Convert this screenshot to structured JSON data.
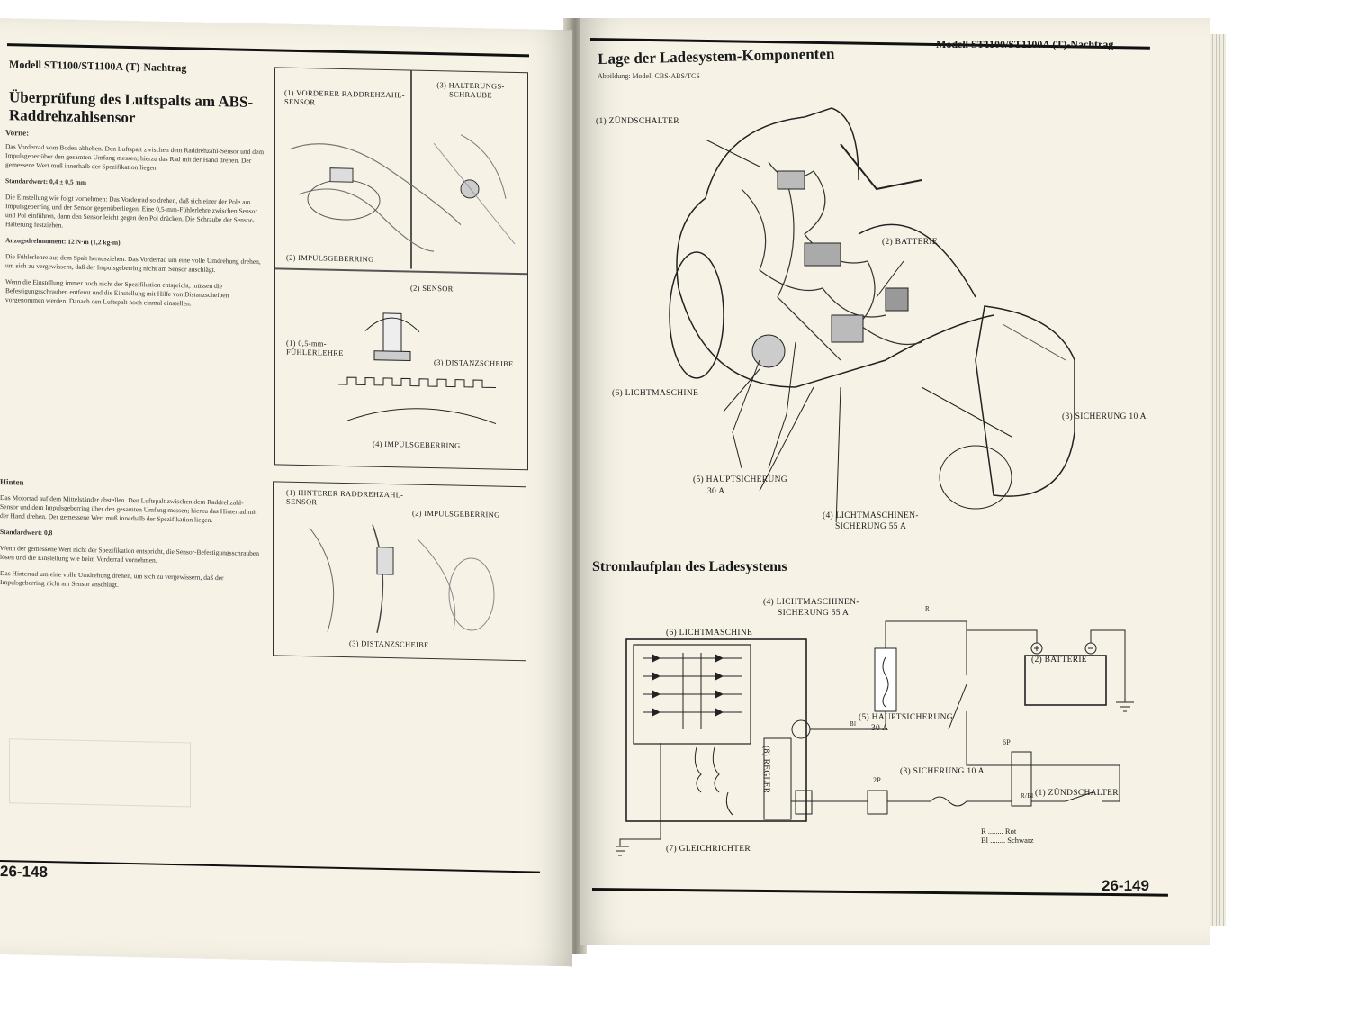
{
  "left_page": {
    "header": "Modell ST1100/ST1100A (T)-Nachtrag",
    "title": "Überprüfung des Luftspalts am ABS-Raddrehzahlsensor",
    "front_heading": "Vorne:",
    "front_para1": "Das Vorderrad vom Boden abheben. Den Luftspalt zwischen dem Raddrehzahl-Sensor und dem Impulsgeber über den gesamten Umfang messen; hierzu das Rad mit der Hand drehen. Der gemessene Wert muß innerhalb der Spezifikation liegen.",
    "front_standard": "Standardwert: 0,4 ± 0,5 mm",
    "front_para2": "Die Einstellung wie folgt vornehmen: Das Vorderrad so drehen, daß sich einer der Pole am Impulsgeberring und der Sensor gegenüberliegen. Eine 0,5-mm-Fühlerlehre zwischen Sensor und Pol einführen, dann den Sensor leicht gegen den Pol drücken. Die Schraube der Sensor-Halterung festziehen.",
    "front_torque": "Anzugsdrehmoment: 12 N·m (1,2 kg-m)",
    "front_para3": "Die Fühlerlehre aus dem Spalt herausziehen. Das Vorderrad um eine volle Umdrehung drehen, um sich zu vergewissern, daß der Impulsgeberring nicht am Sensor anschlägt.",
    "front_para4": "Wenn die Einstellung immer noch nicht der Spezifikation entspricht, müssen die Befestigungsschrauben entfernt und die Einstellung mit Hilfe von Distanzscheiben vorgenommen werden. Danach den Luftspalt noch einmal einstellen.",
    "rear_heading": "Hinten",
    "rear_para1": "Das Motorrad auf dem Mittelständer abstellen. Den Luftspalt zwischen dem Raddrehzahl-Sensor und dem Impulsgeberring über den gesamten Umfang messen; hierzu das Hinterrad mit der Hand drehen. Der gemessene Wert muß innerhalb der Spezifikation liegen.",
    "rear_standard": "Standardwert: 0,8",
    "rear_para2": "Wenn der gemessene Wert nicht der Spezifikation entspricht, die Sensor-Befestigungsschrauben lösen und die Einstellung wie beim Vorderrad vornehmen.",
    "rear_para3": "Das Hinterrad um eine volle Umdrehung drehen, um sich zu vergewissern, daß der Impulsgeberring nicht am Sensor anschlägt.",
    "fig1_labels": {
      "front_sensor": "(1) VORDERER RADDREHZAHL-SENSOR",
      "bracket_screw": "(3) HALTERUNGS-SCHRAUBE",
      "pulser_ring": "(2) IMPULSGEBERRING"
    },
    "fig2_labels": {
      "sensor": "(2) SENSOR",
      "feeler": "(1) 0,5-mm-FÜHLERLEHRE",
      "shim": "(3) DISTANZSCHEIBE",
      "ring": "(4) IMPULSGEBERRING"
    },
    "fig3_labels": {
      "rear_sensor": "(1) HINTERER RADDREHZAHL-SENSOR",
      "pulser_ring": "(2) IMPULSGEBERRING",
      "shim": "(3) DISTANZSCHEIBE"
    },
    "page_number": "26-148"
  },
  "right_page": {
    "header": "Modell ST1100/ST1100A (T)-Nachtrag",
    "title": "Lage der Ladesystem-Komponenten",
    "subtitle": "Abbildung: Modell CBS-ABS/TCS",
    "moto_labels": {
      "ignition": "(1) ZÜNDSCHALTER",
      "battery": "(2) BATTERIE",
      "alternator": "(6) LICHTMASCHINE",
      "fuse10": "(3) SICHERUNG 10 A",
      "main_fuse_1": "(5) HAUPTSICHERUNG",
      "main_fuse_2": "30 A",
      "alt_fuse_1": "(4) LICHTMASCHINEN-",
      "alt_fuse_2": "SICHERUNG 55 A"
    },
    "circuit_title": "Stromlaufplan des Ladesystems",
    "circuit_labels": {
      "alt_fuse_1": "(4) LICHTMASCHINEN-",
      "alt_fuse_2": "SICHERUNG 55 A",
      "alternator": "(6) LICHTMASCHINE",
      "battery": "(2) BATTERIE",
      "main_fuse_1": "(5) HAUPTSICHERUNG",
      "main_fuse_2": "30 A",
      "regulator": "(8) REGLER",
      "fuse10": "(3) SICHERUNG 10 A",
      "ignition": "(1) ZÜNDSCHALTER",
      "rectifier": "(7) GLEICHRICHTER",
      "conn_6p": "6P",
      "conn_2p": "2P",
      "wire_r": "R",
      "wire_bl": "Bl",
      "wire_rbl": "R/Bl"
    },
    "legend": [
      {
        "code": "R",
        "name": "Rot"
      },
      {
        "code": "Bl",
        "name": "Schwarz"
      }
    ],
    "page_number": "26-149"
  }
}
